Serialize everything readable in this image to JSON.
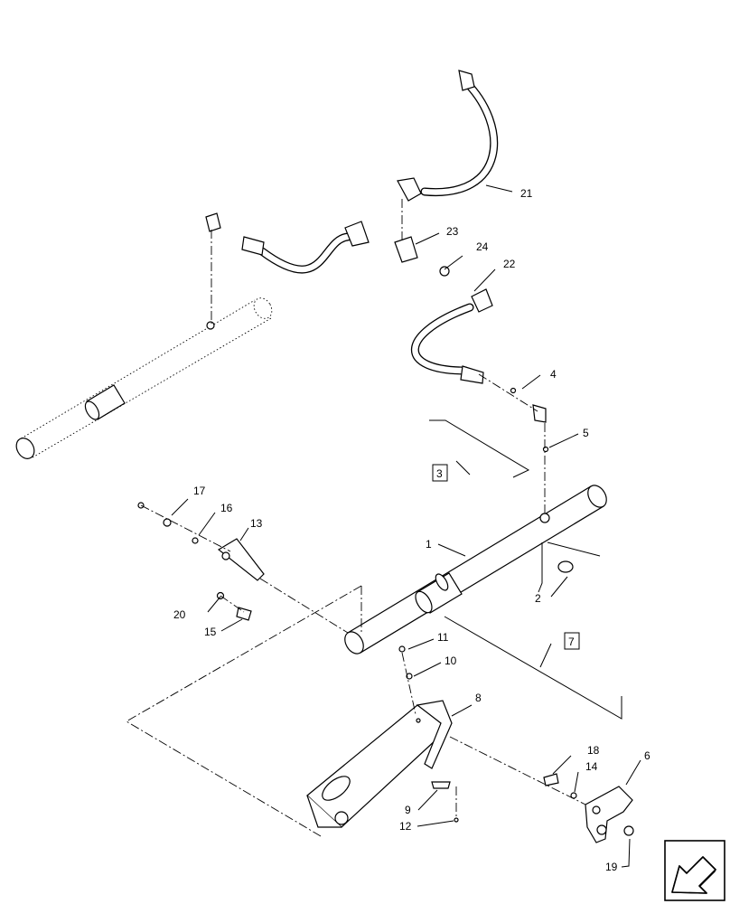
{
  "callouts": [
    {
      "label": "1"
    },
    {
      "label": "2"
    },
    {
      "label": "3"
    },
    {
      "label": "4"
    },
    {
      "label": "5"
    },
    {
      "label": "6"
    },
    {
      "label": "7"
    },
    {
      "label": "8"
    },
    {
      "label": "9"
    },
    {
      "label": "10"
    },
    {
      "label": "11"
    },
    {
      "label": "12"
    },
    {
      "label": "13"
    },
    {
      "label": "14"
    },
    {
      "label": "15"
    },
    {
      "label": "16"
    },
    {
      "label": "17"
    },
    {
      "label": "18"
    },
    {
      "label": "19"
    },
    {
      "label": "20"
    },
    {
      "label": "21"
    },
    {
      "label": "22"
    },
    {
      "label": "23"
    },
    {
      "label": "24"
    }
  ],
  "nav_icon": "arrow-navigation-icon"
}
